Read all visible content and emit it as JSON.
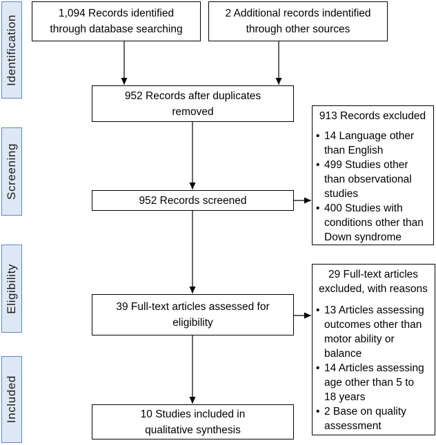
{
  "stages": {
    "identification": "Identification",
    "screening": "Screening",
    "eligibility": "Eligibility",
    "included": "Included"
  },
  "identification": {
    "database_records": "1,094 Records identified\nthrough database searching",
    "other_sources": "2 Additional records indentified\nthrough other sources"
  },
  "screening": {
    "after_duplicates": "952 Records after duplicates\nremoved",
    "screened": "952 Records screened",
    "excluded": {
      "header": "913 Records excluded",
      "items": [
        "14 Language other\nthan English",
        "499 Studies other\nthan observational\nstudies",
        "400 Studies with\nconditions other than\nDown syndrome"
      ]
    }
  },
  "eligibility": {
    "assessed": "39 Full-text articles assessed for\neligibility",
    "excluded": {
      "header": "29 Full-text articles\nexcluded, with reasons",
      "items": [
        "13 Articles assessing\noutcomes other than\nmotor ability or\nbalance",
        "14 Articles assessing\nage other than 5 to\n18 years",
        "2 Base on quality\nassessment"
      ]
    }
  },
  "included": {
    "studies": "10 Studies included in\nqualitative synthesis"
  },
  "colors": {
    "stage_fill": "#dee8f5",
    "stage_border": "#5a86c5",
    "box_border": "#000000",
    "arrow": "#000000"
  }
}
